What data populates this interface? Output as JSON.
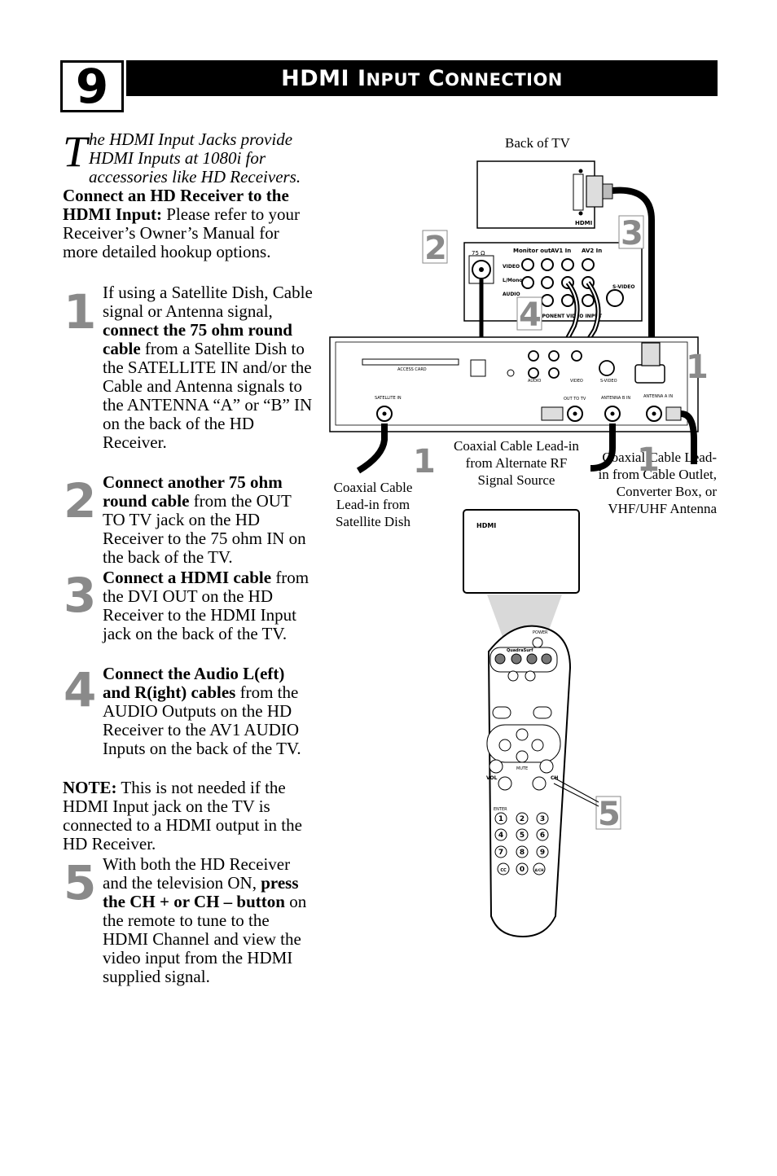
{
  "page": {
    "number": "9",
    "title_first": "HDMI",
    "title_rest_1": "I",
    "title_rest_1_sc": "NPUT",
    "title_rest_2": "C",
    "title_rest_2_sc": "ONNECTION"
  },
  "intro": {
    "dropcap": "T",
    "italic": "he HDMI Input Jacks provide HDMI Inputs at 1080i for accessories like HD Receivers.",
    "bold": "Connect an HD Receiver to the HDMI Input:",
    "rest": " Please refer to your Receiver’s Owner’s Manual for more detailed hookup options."
  },
  "steps": [
    {
      "num": "1",
      "pre": "If using a Satellite Dish, Cable signal or Antenna signal, ",
      "bold": "connect the 75 ohm round cable",
      "post": " from a Satellite Dish to the SATELLITE IN and/or the Cable and Antenna signals to the ANTENNA “A” or “B” IN on the back of the HD Receiver."
    },
    {
      "num": "2",
      "pre": "",
      "bold": "Connect another 75 ohm round cable",
      "post": " from the OUT TO TV jack on the HD Receiver to the 75 ohm IN on the back of the TV."
    },
    {
      "num": "3",
      "pre": "",
      "bold": "Connect a HDMI cable",
      "post": " from the DVI OUT on the HD Receiver to the HDMI Input jack on the back of the TV."
    },
    {
      "num": "4",
      "pre": "",
      "bold": "Connect the Audio L(eft) and R(ight) cables",
      "post": " from the AUDIO Outputs on the HD Receiver to the AV1 AUDIO Inputs on the back of the TV."
    },
    {
      "num": "5",
      "pre": "With both the HD Receiver and the television ON, ",
      "bold": "press the CH + or CH – button",
      "post": " on the remote to tune to the HDMI Channel and view the video input from the HDMI supplied signal."
    }
  ],
  "note": {
    "bold": "NOTE:",
    "text": " This is not needed if the HDMI Input jack on the TV is connected to a HDMI output in the HD Receiver."
  },
  "figure": {
    "back_of_tv": "Back of TV",
    "hdmi_port_label": "HDMI",
    "ohm_label": "75 Ω",
    "monitor_out": "Monitor out",
    "av1_in": "AV1 In",
    "av2_in": "AV2 In",
    "video": "VIDEO",
    "lmono": "L/Mono",
    "audio": "AUDIO",
    "svideo": "S-VIDEO",
    "component": "COMPONENT VIDEO INPUT",
    "access_card": "ACCESS CARD",
    "satellite_in": "SATELLITE IN",
    "out_to_tv": "OUT TO TV",
    "antenna_b": "ANTENNA B IN",
    "antenna_a": "ANTENNA A IN",
    "cap_satellite": "Coaxial Cable Lead-in from Satellite Dish",
    "cap_alt_rf": "Coaxial Cable Lead-in from Alternate RF Signal Source",
    "cap_cable": "Coaxial Cable Lead-in from Cable Outlet, Converter Box, or VHF/UHF Antenna",
    "screen_label": "HDMI",
    "callouts": [
      "2",
      "3",
      "4",
      "1",
      "1",
      "1",
      "5"
    ],
    "remote": {
      "power": "POWER",
      "quadrasurf": "QuadraSurf",
      "vol": "VOL",
      "ch": "CH",
      "mute": "MUTE",
      "enter": "ENTER",
      "digits": [
        "1",
        "2",
        "3",
        "4",
        "5",
        "6",
        "7",
        "8",
        "9",
        "CC",
        "0",
        "A/CH"
      ]
    }
  },
  "colors": {
    "callout_gray": "#8a8a8a",
    "black": "#000000"
  }
}
